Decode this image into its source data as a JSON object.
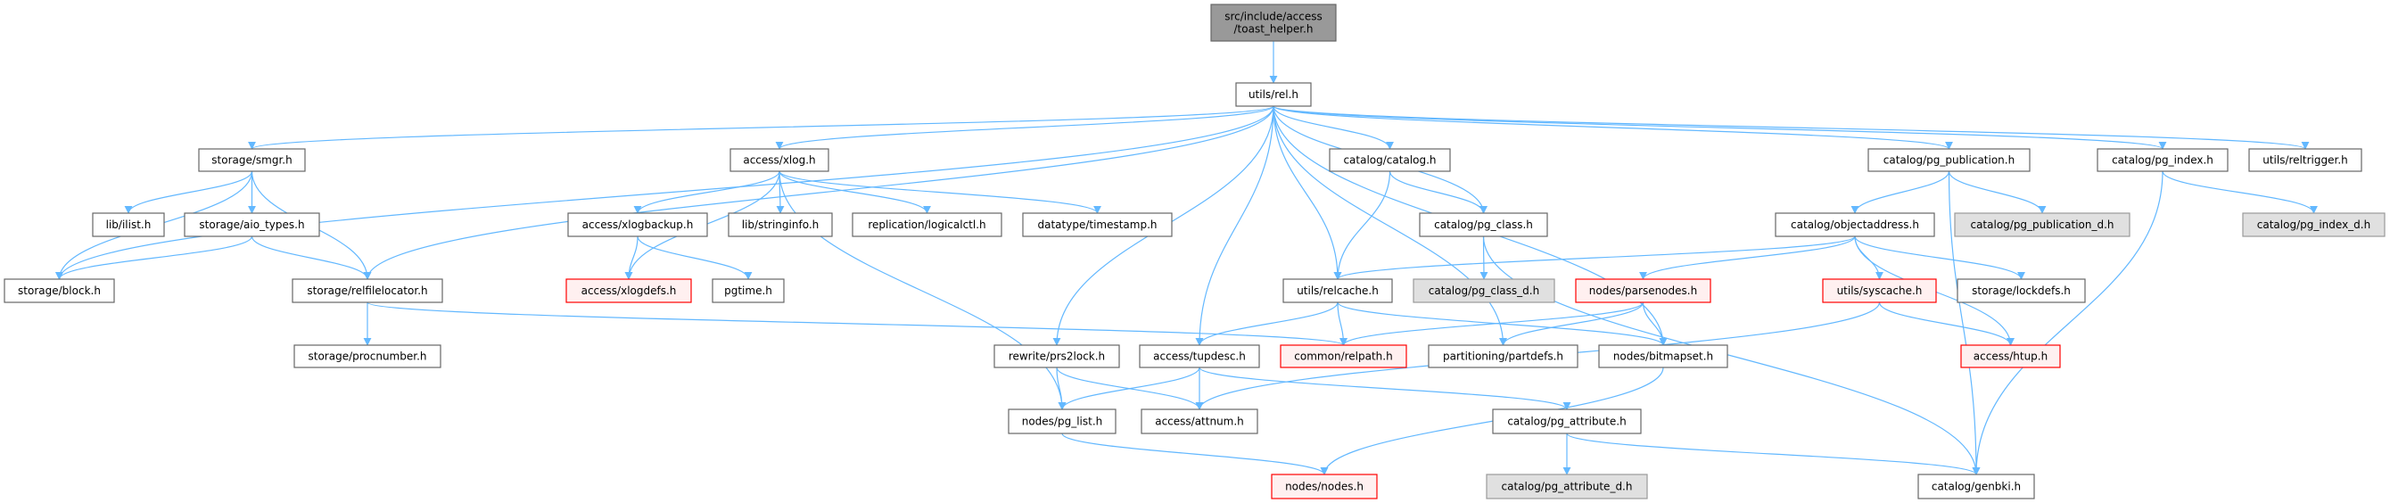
{
  "graph": {
    "edge_color": "#63b8ff",
    "nodes": [
      {
        "id": "root",
        "label": "src/include/access\n/toast_helper.h",
        "style": "root"
      },
      {
        "id": "rel",
        "label": "utils/rel.h",
        "style": "normal"
      },
      {
        "id": "smgr",
        "label": "storage/smgr.h",
        "style": "normal"
      },
      {
        "id": "ilist",
        "label": "lib/ilist.h",
        "style": "normal"
      },
      {
        "id": "aio",
        "label": "storage/aio_types.h",
        "style": "normal"
      },
      {
        "id": "block",
        "label": "storage/block.h",
        "style": "normal"
      },
      {
        "id": "rfl",
        "label": "storage/relfilelocator.h",
        "style": "normal"
      },
      {
        "id": "procnum",
        "label": "storage/procnumber.h",
        "style": "normal"
      },
      {
        "id": "xlog",
        "label": "access/xlog.h",
        "style": "normal"
      },
      {
        "id": "xlogbackup",
        "label": "access/xlogbackup.h",
        "style": "normal"
      },
      {
        "id": "stringinfo",
        "label": "lib/stringinfo.h",
        "style": "normal"
      },
      {
        "id": "logicalctl",
        "label": "replication/logicalctl.h",
        "style": "normal"
      },
      {
        "id": "timestamp",
        "label": "datatype/timestamp.h",
        "style": "normal"
      },
      {
        "id": "xlogdefs",
        "label": "access/xlogdefs.h",
        "style": "red"
      },
      {
        "id": "pgtime",
        "label": "pgtime.h",
        "style": "normal"
      },
      {
        "id": "catalog",
        "label": "catalog/catalog.h",
        "style": "normal"
      },
      {
        "id": "pgclass",
        "label": "catalog/pg_class.h",
        "style": "normal"
      },
      {
        "id": "relcache",
        "label": "utils/relcache.h",
        "style": "normal"
      },
      {
        "id": "pgclassd",
        "label": "catalog/pg_class_d.h",
        "style": "gray"
      },
      {
        "id": "prs2lock",
        "label": "rewrite/prs2lock.h",
        "style": "normal"
      },
      {
        "id": "tupdesc",
        "label": "access/tupdesc.h",
        "style": "normal"
      },
      {
        "id": "relpath",
        "label": "common/relpath.h",
        "style": "red"
      },
      {
        "id": "partdefs",
        "label": "partitioning/partdefs.h",
        "style": "normal"
      },
      {
        "id": "pglist",
        "label": "nodes/pg_list.h",
        "style": "normal"
      },
      {
        "id": "attnum",
        "label": "access/attnum.h",
        "style": "normal"
      },
      {
        "id": "pgattr",
        "label": "catalog/pg_attribute.h",
        "style": "normal"
      },
      {
        "id": "nodes",
        "label": "nodes/nodes.h",
        "style": "red"
      },
      {
        "id": "pgattrd",
        "label": "catalog/pg_attribute_d.h",
        "style": "gray"
      },
      {
        "id": "pgpub",
        "label": "catalog/pg_publication.h",
        "style": "normal"
      },
      {
        "id": "pgindex",
        "label": "catalog/pg_index.h",
        "style": "normal"
      },
      {
        "id": "reltrigger",
        "label": "utils/reltrigger.h",
        "style": "normal"
      },
      {
        "id": "objaddr",
        "label": "catalog/objectaddress.h",
        "style": "normal"
      },
      {
        "id": "pgpubd",
        "label": "catalog/pg_publication_d.h",
        "style": "gray"
      },
      {
        "id": "pgindexd",
        "label": "catalog/pg_index_d.h",
        "style": "gray"
      },
      {
        "id": "parsenodes",
        "label": "nodes/parsenodes.h",
        "style": "red"
      },
      {
        "id": "syscache",
        "label": "utils/syscache.h",
        "style": "red"
      },
      {
        "id": "lockdefs",
        "label": "storage/lockdefs.h",
        "style": "normal"
      },
      {
        "id": "bitmapset",
        "label": "nodes/bitmapset.h",
        "style": "normal"
      },
      {
        "id": "htup",
        "label": "access/htup.h",
        "style": "red"
      },
      {
        "id": "genbki",
        "label": "catalog/genbki.h",
        "style": "normal"
      }
    ],
    "edges": [
      [
        "root",
        "rel"
      ],
      [
        "rel",
        "block"
      ],
      [
        "rel",
        "smgr"
      ],
      [
        "rel",
        "rfl"
      ],
      [
        "rel",
        "xlog"
      ],
      [
        "rel",
        "prs2lock"
      ],
      [
        "rel",
        "tupdesc"
      ],
      [
        "rel",
        "partdefs"
      ],
      [
        "rel",
        "relcache"
      ],
      [
        "rel",
        "catalog"
      ],
      [
        "rel",
        "pgclass"
      ],
      [
        "rel",
        "pgpub"
      ],
      [
        "rel",
        "pgindex"
      ],
      [
        "rel",
        "reltrigger"
      ],
      [
        "rel",
        "bitmapset"
      ],
      [
        "smgr",
        "block"
      ],
      [
        "smgr",
        "ilist"
      ],
      [
        "smgr",
        "aio"
      ],
      [
        "smgr",
        "rfl"
      ],
      [
        "aio",
        "block"
      ],
      [
        "aio",
        "rfl"
      ],
      [
        "rfl",
        "procnum"
      ],
      [
        "rfl",
        "relpath"
      ],
      [
        "xlog",
        "xlogbackup"
      ],
      [
        "xlog",
        "stringinfo"
      ],
      [
        "xlog",
        "logicalctl"
      ],
      [
        "xlog",
        "timestamp"
      ],
      [
        "xlog",
        "xlogdefs"
      ],
      [
        "xlog",
        "pglist"
      ],
      [
        "xlogbackup",
        "xlogdefs"
      ],
      [
        "xlogbackup",
        "pgtime"
      ],
      [
        "catalog",
        "pgclass"
      ],
      [
        "catalog",
        "relcache"
      ],
      [
        "pgclass",
        "pgclassd"
      ],
      [
        "pgclass",
        "genbki"
      ],
      [
        "relcache",
        "tupdesc"
      ],
      [
        "relcache",
        "relpath"
      ],
      [
        "relcache",
        "bitmapset"
      ],
      [
        "pgpub",
        "objaddr"
      ],
      [
        "pgpub",
        "pgpubd"
      ],
      [
        "pgpub",
        "genbki"
      ],
      [
        "pgindex",
        "pgindexd"
      ],
      [
        "pgindex",
        "genbki"
      ],
      [
        "objaddr",
        "relcache"
      ],
      [
        "objaddr",
        "parsenodes"
      ],
      [
        "objaddr",
        "syscache"
      ],
      [
        "objaddr",
        "lockdefs"
      ],
      [
        "objaddr",
        "htup"
      ],
      [
        "parsenodes",
        "relpath"
      ],
      [
        "parsenodes",
        "partdefs"
      ],
      [
        "parsenodes",
        "bitmapset"
      ],
      [
        "syscache",
        "htup"
      ],
      [
        "syscache",
        "attnum"
      ],
      [
        "prs2lock",
        "pglist"
      ],
      [
        "prs2lock",
        "attnum"
      ],
      [
        "tupdesc",
        "pglist"
      ],
      [
        "tupdesc",
        "attnum"
      ],
      [
        "tupdesc",
        "pgattr"
      ],
      [
        "pglist",
        "nodes"
      ],
      [
        "bitmapset",
        "nodes"
      ],
      [
        "pgattr",
        "pgattrd"
      ],
      [
        "pgattr",
        "genbki"
      ]
    ]
  }
}
